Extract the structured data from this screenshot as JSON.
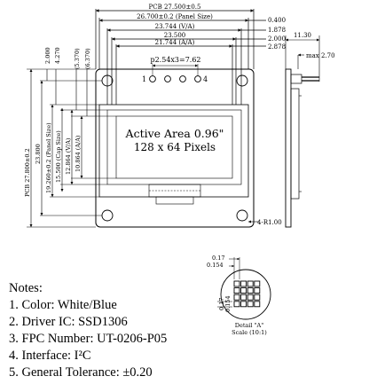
{
  "dimensions": {
    "pcb_width": "PCB 27.500±0.5",
    "panel_size_w": "26.700±0.2 (Panel Size)",
    "va_w": "23.744 (V/A)",
    "inner_w": "23.500",
    "aa_w": "21.744 (A/A)",
    "right_0400": "0.400",
    "right_1878": "1.878",
    "right_2000": "2.000",
    "right_2878": "2.878",
    "pin_pitch": "p2.54x3=7.62",
    "pin_first": "1",
    "pin_last": "4",
    "left_2000": "2.000",
    "left_4270": "4.270",
    "left_5370": "(5.370)",
    "left_6370": "(6.370)",
    "pcb_height": "PCB 27.800±0.2",
    "h_23800": "23.800",
    "panel_size_h": "19.260±0.2 (Panel Size)",
    "cap_size": "15.500 (Cap Size)",
    "va_h": "12.864 (V/A)",
    "aa_h": "10.864 (A/A)",
    "corner_radius": "4-R1.00",
    "side_width": "11.30",
    "side_max": "max 2.70"
  },
  "active_area": {
    "line1": "Active Area 0.96\"",
    "line2": "128 x 64 Pixels"
  },
  "detail": {
    "dim_h1": "0.17",
    "dim_h2": "0.154",
    "dim_v1": "0.17",
    "dim_v2": "0.154",
    "label": "Detail \"A\"",
    "scale": "Scale (10:1)"
  },
  "notes": {
    "title": "Notes:",
    "items": [
      "1. Color: White/Blue",
      "2. Driver IC: SSD1306",
      "3. FPC Number: UT-0206-P05",
      "4. Interface: I²C",
      "5. General Tolerance: ±0.20"
    ]
  }
}
